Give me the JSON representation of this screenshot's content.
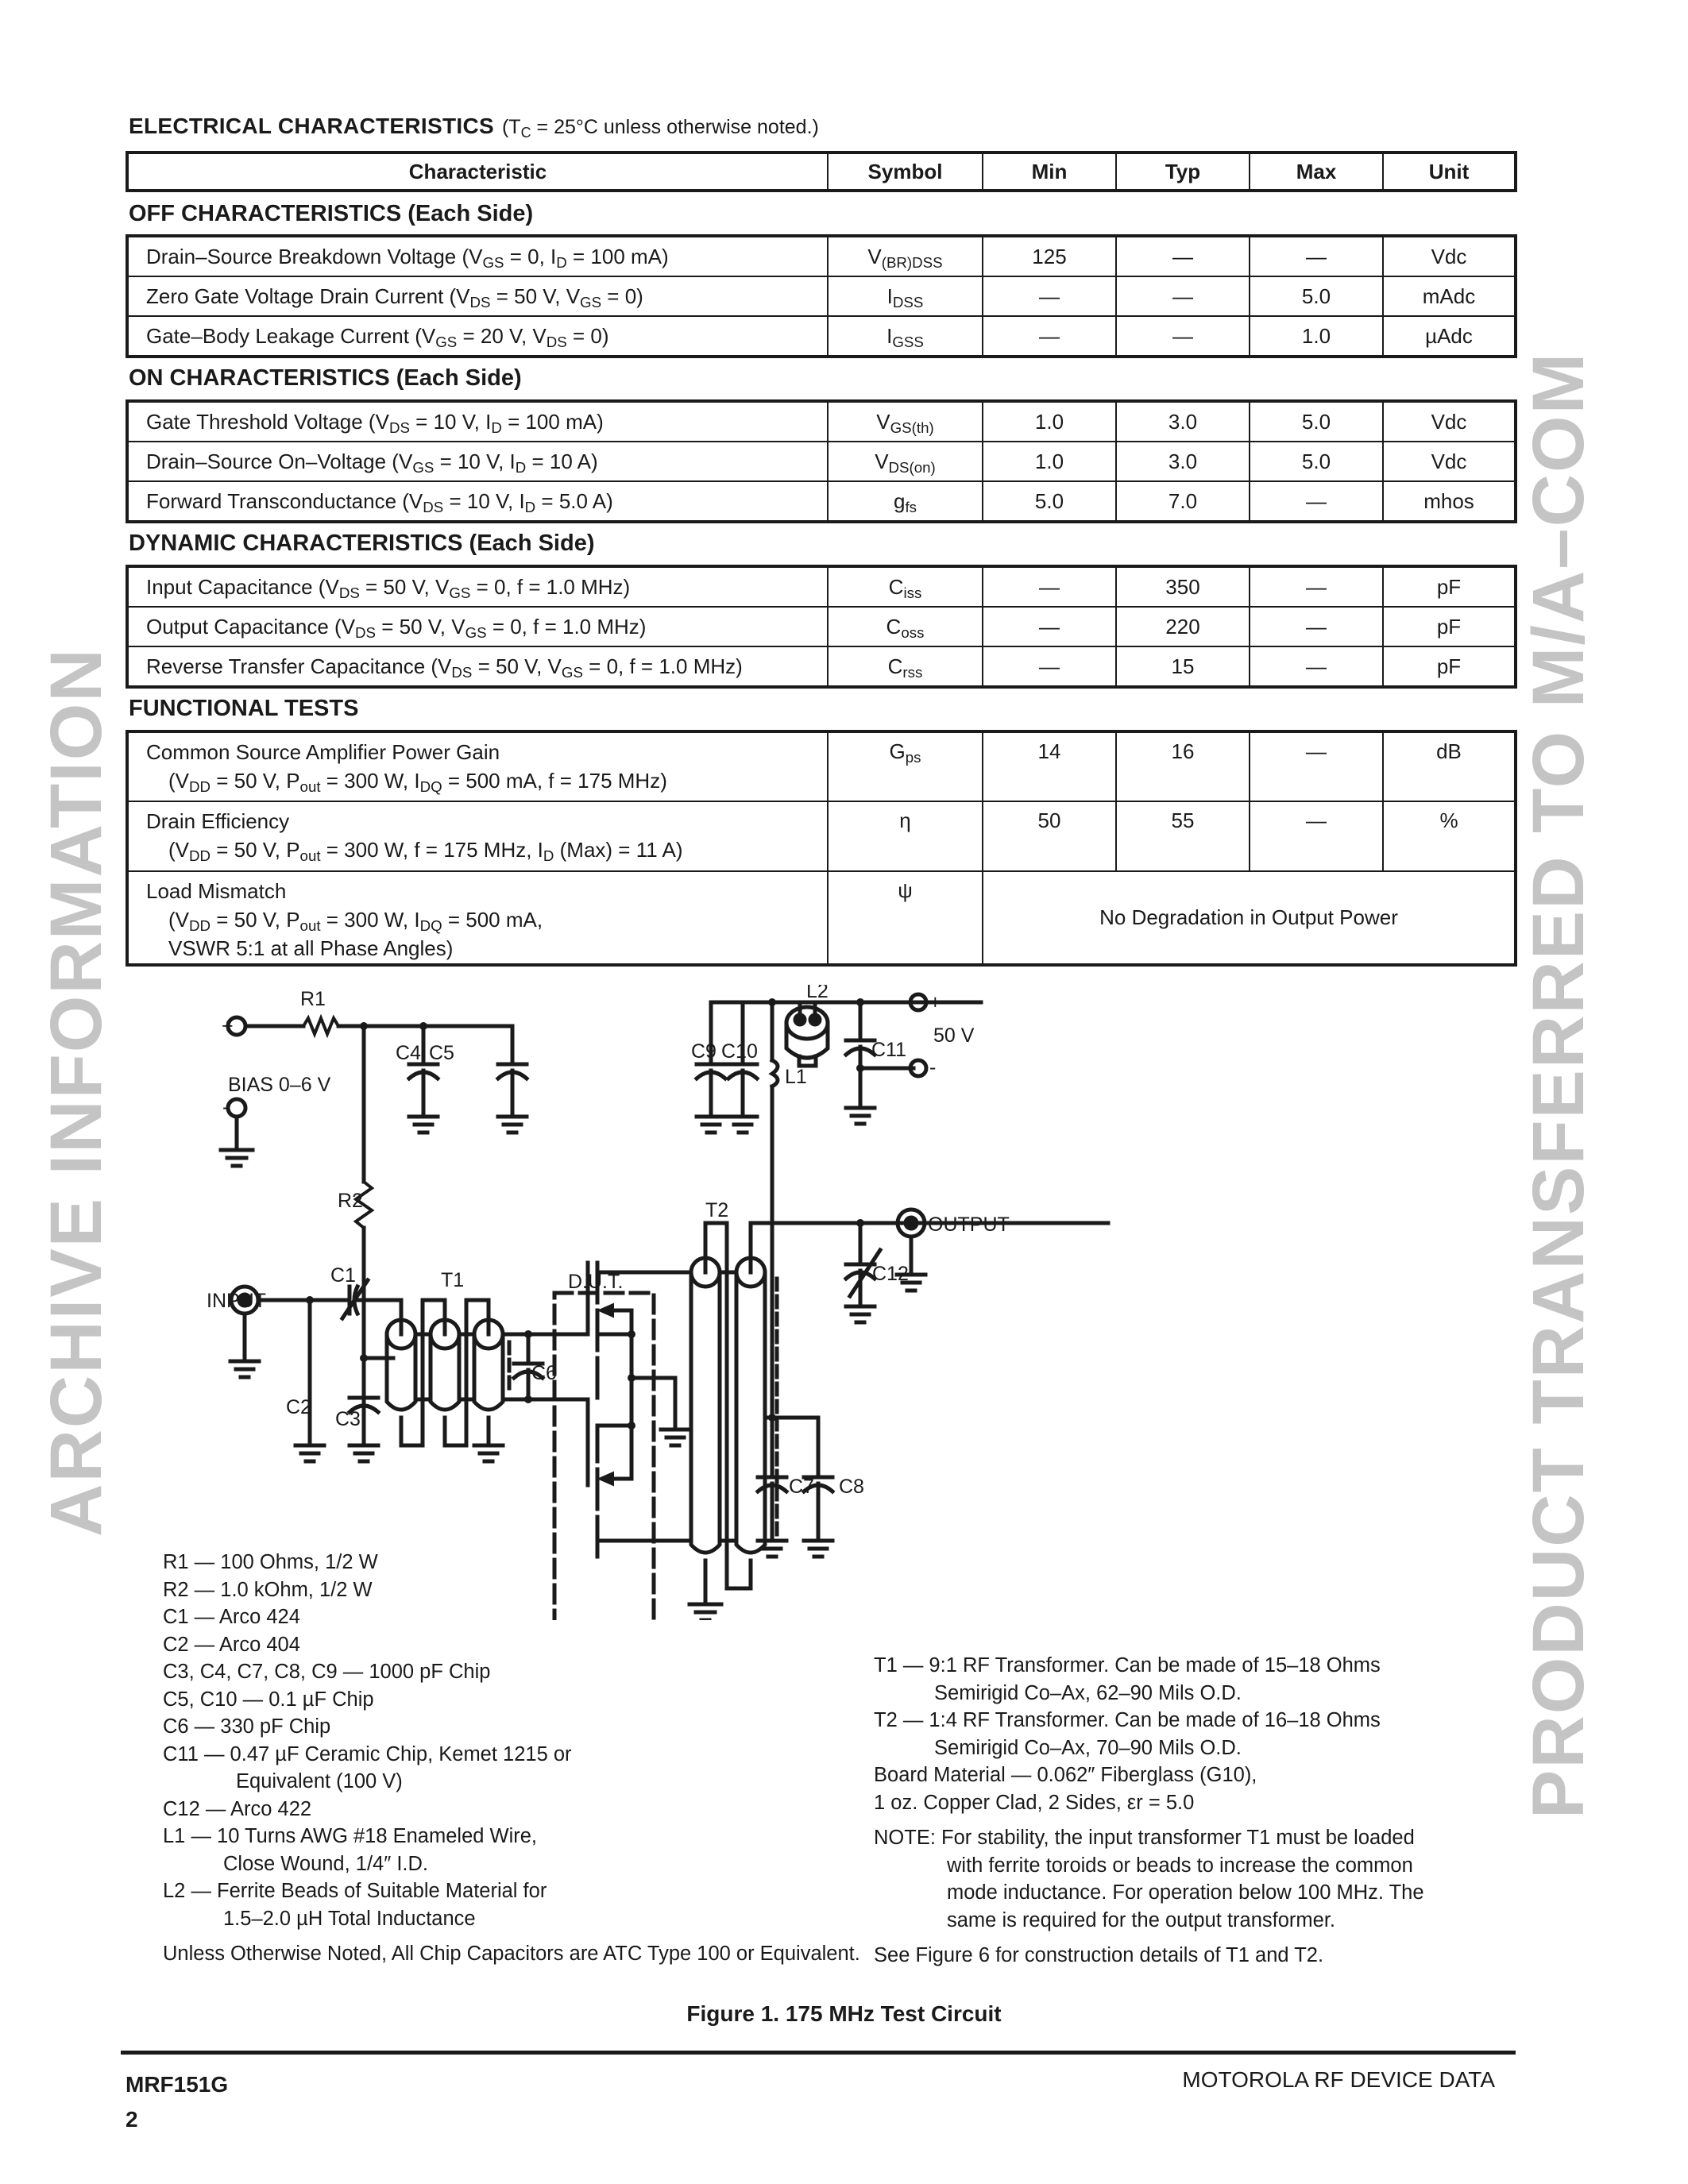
{
  "watermarks": {
    "left": "ARCHIVE INFORMATION",
    "right": "PRODUCT TRANSFERRED TO M/A–COM"
  },
  "electrical": {
    "title": "ELECTRICAL CHARACTERISTICS",
    "condition_prefix": "(T",
    "condition_sub": "C",
    "condition_suffix": " = 25°C unless otherwise noted.)",
    "headers": [
      "Characteristic",
      "Symbol",
      "Min",
      "Typ",
      "Max",
      "Unit"
    ]
  },
  "sections": {
    "off": {
      "title": "OFF CHARACTERISTICS (Each Side)",
      "rows": [
        {
          "char": "Drain–Source Breakdown Voltage (V_GS = 0, I_D = 100 mA)",
          "symbol": "V(BR)DSS",
          "min": "125",
          "typ": "—",
          "max": "—",
          "unit": "Vdc"
        },
        {
          "char": "Zero Gate Voltage Drain Current (V_DS = 50 V, V_GS = 0)",
          "symbol": "IDSS",
          "min": "—",
          "typ": "—",
          "max": "5.0",
          "unit": "mAdc"
        },
        {
          "char": "Gate–Body Leakage Current (V_GS = 20 V, V_DS = 0)",
          "symbol": "IGSS",
          "min": "—",
          "typ": "—",
          "max": "1.0",
          "unit": "µAdc"
        }
      ]
    },
    "on": {
      "title": "ON CHARACTERISTICS (Each Side)",
      "rows": [
        {
          "char": "Gate Threshold Voltage (V_DS = 10 V, I_D = 100 mA)",
          "symbol": "VGS(th)",
          "min": "1.0",
          "typ": "3.0",
          "max": "5.0",
          "unit": "Vdc"
        },
        {
          "char": "Drain–Source On–Voltage (V_GS = 10 V, I_D = 10 A)",
          "symbol": "VDS(on)",
          "min": "1.0",
          "typ": "3.0",
          "max": "5.0",
          "unit": "Vdc"
        },
        {
          "char": "Forward Transconductance (V_DS = 10 V, I_D = 5.0 A)",
          "symbol": "gfs",
          "min": "5.0",
          "typ": "7.0",
          "max": "—",
          "unit": "mhos"
        }
      ]
    },
    "dynamic": {
      "title": "DYNAMIC CHARACTERISTICS (Each Side)",
      "rows": [
        {
          "char": "Input Capacitance (V_DS = 50 V, V_GS = 0, f = 1.0 MHz)",
          "symbol": "Ciss",
          "min": "—",
          "typ": "350",
          "max": "—",
          "unit": "pF"
        },
        {
          "char": "Output Capacitance (V_DS = 50 V, V_GS = 0, f = 1.0 MHz)",
          "symbol": "Coss",
          "min": "—",
          "typ": "220",
          "max": "—",
          "unit": "pF"
        },
        {
          "char": "Reverse Transfer Capacitance (V_DS = 50 V, V_GS = 0, f = 1.0 MHz)",
          "symbol": "Crss",
          "min": "—",
          "typ": "15",
          "max": "—",
          "unit": "pF"
        }
      ]
    },
    "functional": {
      "title": "FUNCTIONAL TESTS",
      "rows": [
        {
          "char": "Common Source Amplifier Power Gain",
          "cond": "(V_DD = 50 V, P_out = 300 W, I_DQ = 500 mA, f = 175 MHz)",
          "symbol": "Gps",
          "min": "14",
          "typ": "16",
          "max": "—",
          "unit": "dB"
        },
        {
          "char": "Drain Efficiency",
          "cond": "(V_DD = 50 V, P_out = 300 W, f = 175 MHz, I_D (Max) = 11 A)",
          "symbol": "η",
          "min": "50",
          "typ": "55",
          "max": "—",
          "unit": "%"
        },
        {
          "char": "Load Mismatch",
          "cond": "(V_DD = 50 V, P_out = 300 W, I_DQ = 500 mA,",
          "cond2": "VSWR 5:1 at all Phase Angles)",
          "symbol": "ψ",
          "merged": "No Degradation in Output Power"
        }
      ]
    }
  },
  "schematic": {
    "labels": {
      "R1": "R1",
      "R2": "R2",
      "C1": "C1",
      "C2": "C2",
      "C3": "C3",
      "C4": "C4",
      "C5": "C5",
      "C6": "C6",
      "C7": "C7",
      "C8": "C8",
      "C9": "C9",
      "C10": "C10",
      "C11": "C11",
      "C12": "C12",
      "L1": "L1",
      "L2": "L2",
      "T1": "T1",
      "T2": "T2",
      "DUT": "D.U.T.",
      "bias": "BIAS 0–6 V",
      "plus": "+",
      "minus": "-",
      "input": "INPUT",
      "output": "OUTPUT",
      "supply": "50 V"
    }
  },
  "parts_list": [
    "R1 — 100 Ohms, 1/2 W",
    "R2 — 1.0 kOhm, 1/2 W",
    "C1 — Arco 424",
    "C2 — Arco 404",
    "C3, C4, C7, C8, C9 — 1000 pF Chip",
    "C5, C10 — 0.1 µF Chip",
    "C6 — 330 pF Chip",
    "C11 — 0.47 µF Ceramic Chip, Kemet 1215 or",
    "Equivalent (100 V)",
    "C12 — Arco 422",
    "L1 — 10 Turns AWG #18 Enameled Wire,",
    "Close Wound, 1/4″ I.D.",
    "L2 — Ferrite Beads of Suitable Material for",
    "1.5–2.0 µH Total Inductance",
    "Unless Otherwise Noted, All Chip Capacitors are ATC Type 100 or Equivalent."
  ],
  "notes": [
    "T1 — 9:1 RF Transformer. Can be made of 15–18 Ohms",
    "Semirigid Co–Ax, 62–90 Mils O.D.",
    "T2 — 1:4 RF Transformer. Can be made of 16–18 Ohms",
    "Semirigid Co–Ax, 70–90 Mils O.D.",
    "Board Material — 0.062″ Fiberglass (G10),",
    "1 oz. Copper Clad, 2 Sides, εr = 5.0",
    "NOTE: For stability, the input transformer T1 must be loaded",
    "with ferrite toroids or beads to increase the common",
    "mode inductance. For operation below 100 MHz. The",
    "same is required for the output transformer.",
    "See Figure 6 for construction details of T1 and T2."
  ],
  "figure_caption": "Figure 1. 175 MHz Test Circuit",
  "footer": {
    "part_number": "MRF151G",
    "page_number": "2",
    "publisher": "MOTOROLA RF DEVICE DATA"
  }
}
